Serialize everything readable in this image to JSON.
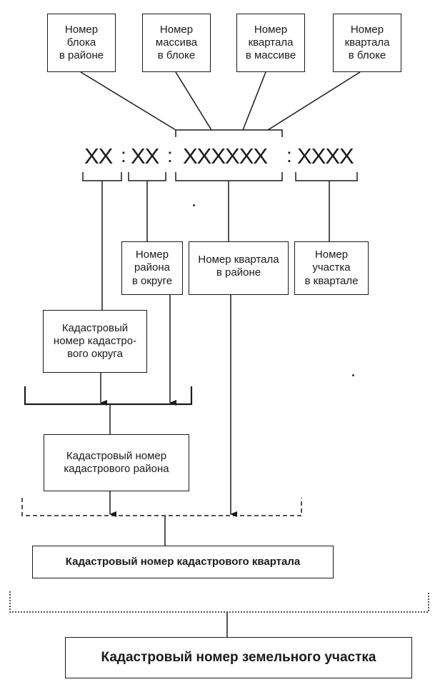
{
  "top_boxes": {
    "block_in_district": "Номер\nблока\nв районе",
    "massif_in_block": "Номер\nмассива\nв блоке",
    "quarter_in_massif": "Номер\nквартала\nв массиве",
    "quarter_in_block": "Номер\nквартала\nв блоке"
  },
  "format": {
    "seg1": "XX",
    "seg2": "XX",
    "seg3": "XXXXXX",
    "seg4": "XXXX",
    "separator": ":"
  },
  "mid_boxes": {
    "district_in_okrug": "Номер\nрайона\nв округе",
    "quarter_in_district": "Номер квартала\nв районе",
    "parcel_in_quarter": "Номер\nучастка\nв квартале"
  },
  "okrug_box": "Кадастровый\nномер кадастро-\nвого округа",
  "district_box": "Кадастровый номер\nкадастрового района",
  "quarter_box": "Кадастровый номер кадастрового квартала",
  "parcel_box": "Кадастровый номер земельного участка"
}
